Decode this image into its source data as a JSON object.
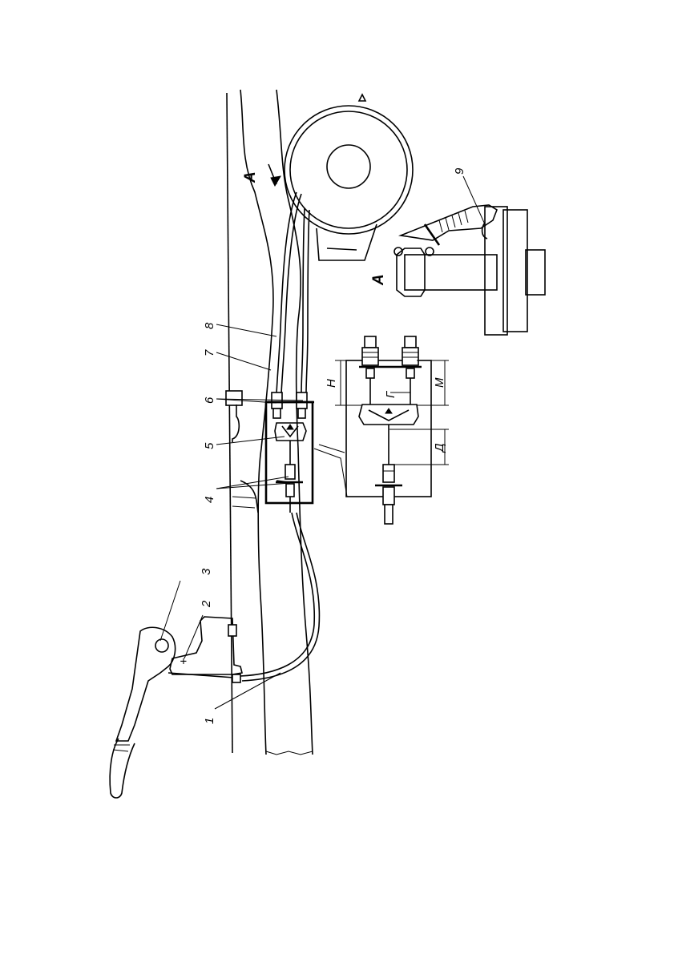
{
  "labels": {
    "part_1": "1",
    "part_2": "2",
    "part_3": "3",
    "part_4": "4",
    "part_5": "5",
    "part_6": "6",
    "part_7": "7",
    "part_8": "8",
    "part_9": "9",
    "view_arrow": "А",
    "view_detail": "А",
    "dim_h": "Н",
    "dim_g": "Г",
    "dim_m": "М",
    "dim_d": "Д",
    "plus_sign": "+"
  }
}
